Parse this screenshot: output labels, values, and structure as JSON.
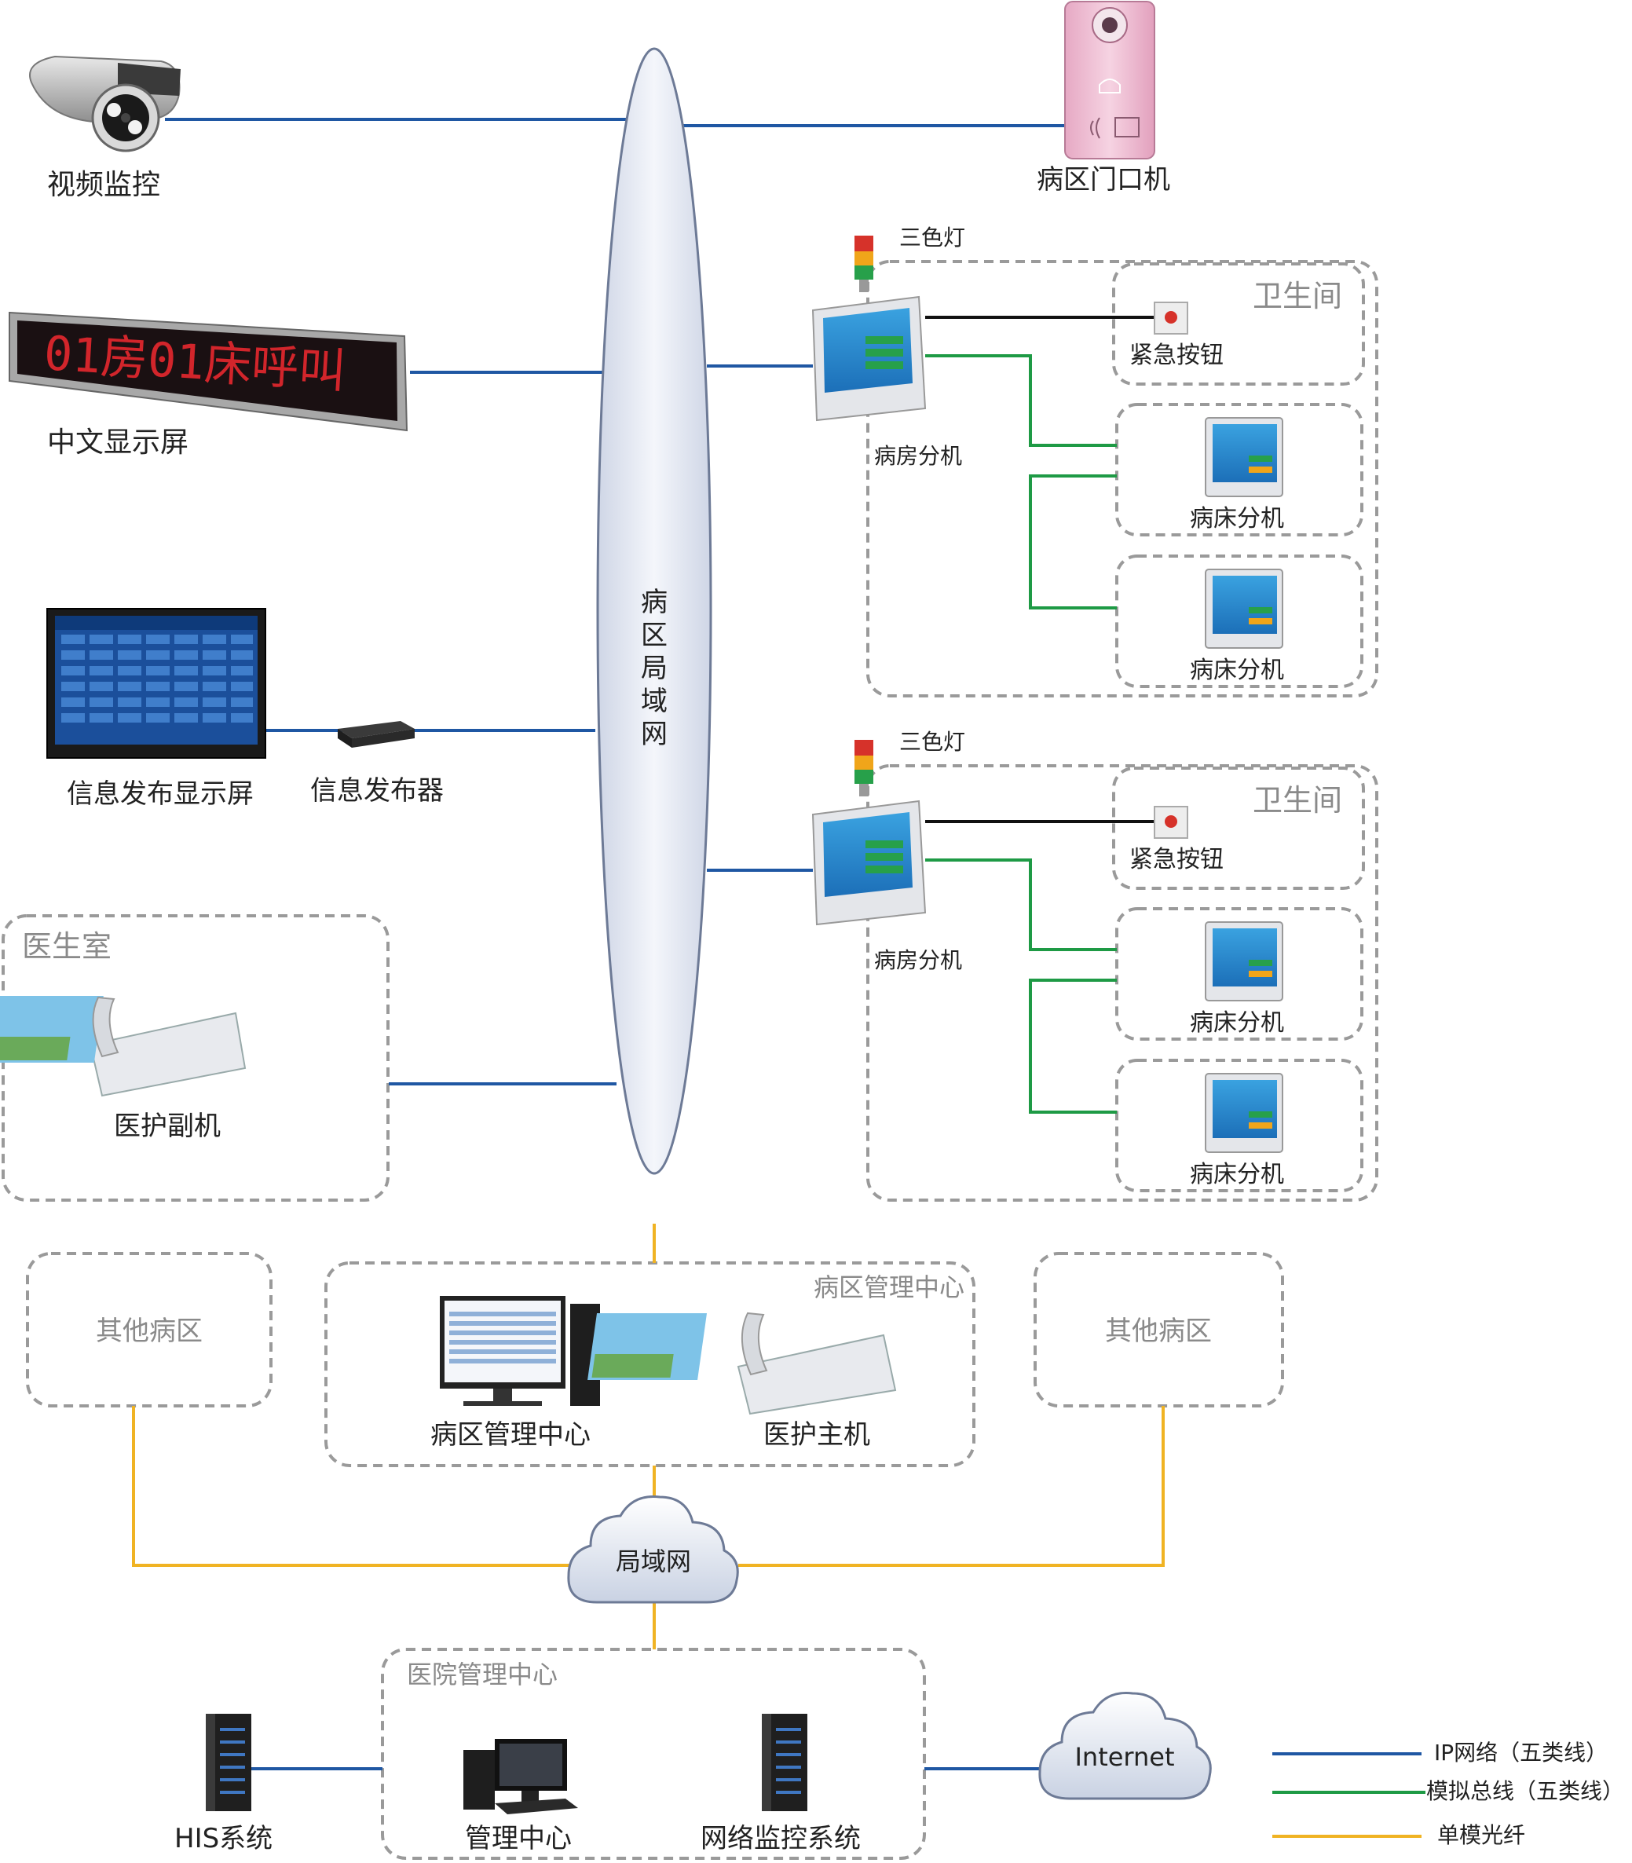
{
  "devices": {
    "video_monitor": "视频监控",
    "ward_door": "病区门口机",
    "led_screen_text": "01房01床呼叫",
    "chinese_display": "中文显示屏",
    "info_screen": "信息发布显示屏",
    "info_publisher": "信息发布器",
    "ward_lan_chars": [
      "病",
      "区",
      "局",
      "域",
      "网"
    ]
  },
  "doctor_room": {
    "title": "医生室",
    "device": "医护副机"
  },
  "rooms": [
    {
      "tri_light": "三色灯",
      "room_unit": "病房分机",
      "bathroom": "卫生间",
      "emergency": "紧急按钮",
      "beds": [
        "病床分机",
        "病床分机"
      ]
    },
    {
      "tri_light": "三色灯",
      "room_unit": "病房分机",
      "bathroom": "卫生间",
      "emergency": "紧急按钮",
      "beds": [
        "病床分机",
        "病床分机"
      ]
    }
  ],
  "ward_center": {
    "title": "病区管理中心",
    "pc": "病区管理中心",
    "host": "医护主机"
  },
  "other_wards": [
    "其他病区",
    "其他病区"
  ],
  "lan": "局域网",
  "hospital_center": {
    "title": "医院管理中心",
    "mgmt": "管理中心",
    "netmon": "网络监控系统"
  },
  "his": "HIS系统",
  "internet": "Internet",
  "legend": {
    "items": [
      {
        "label": "IP网络（五类线）",
        "color": "#1f57a3"
      },
      {
        "label": "模拟总线（五类线）",
        "color": "#1e9a45"
      },
      {
        "label": "单模光纤",
        "color": "#f0b323"
      }
    ]
  },
  "colors": {
    "ip": "#1f57a3",
    "analog": "#1e9a45",
    "fiber": "#f0b323",
    "dash": "#9a9a9a"
  }
}
